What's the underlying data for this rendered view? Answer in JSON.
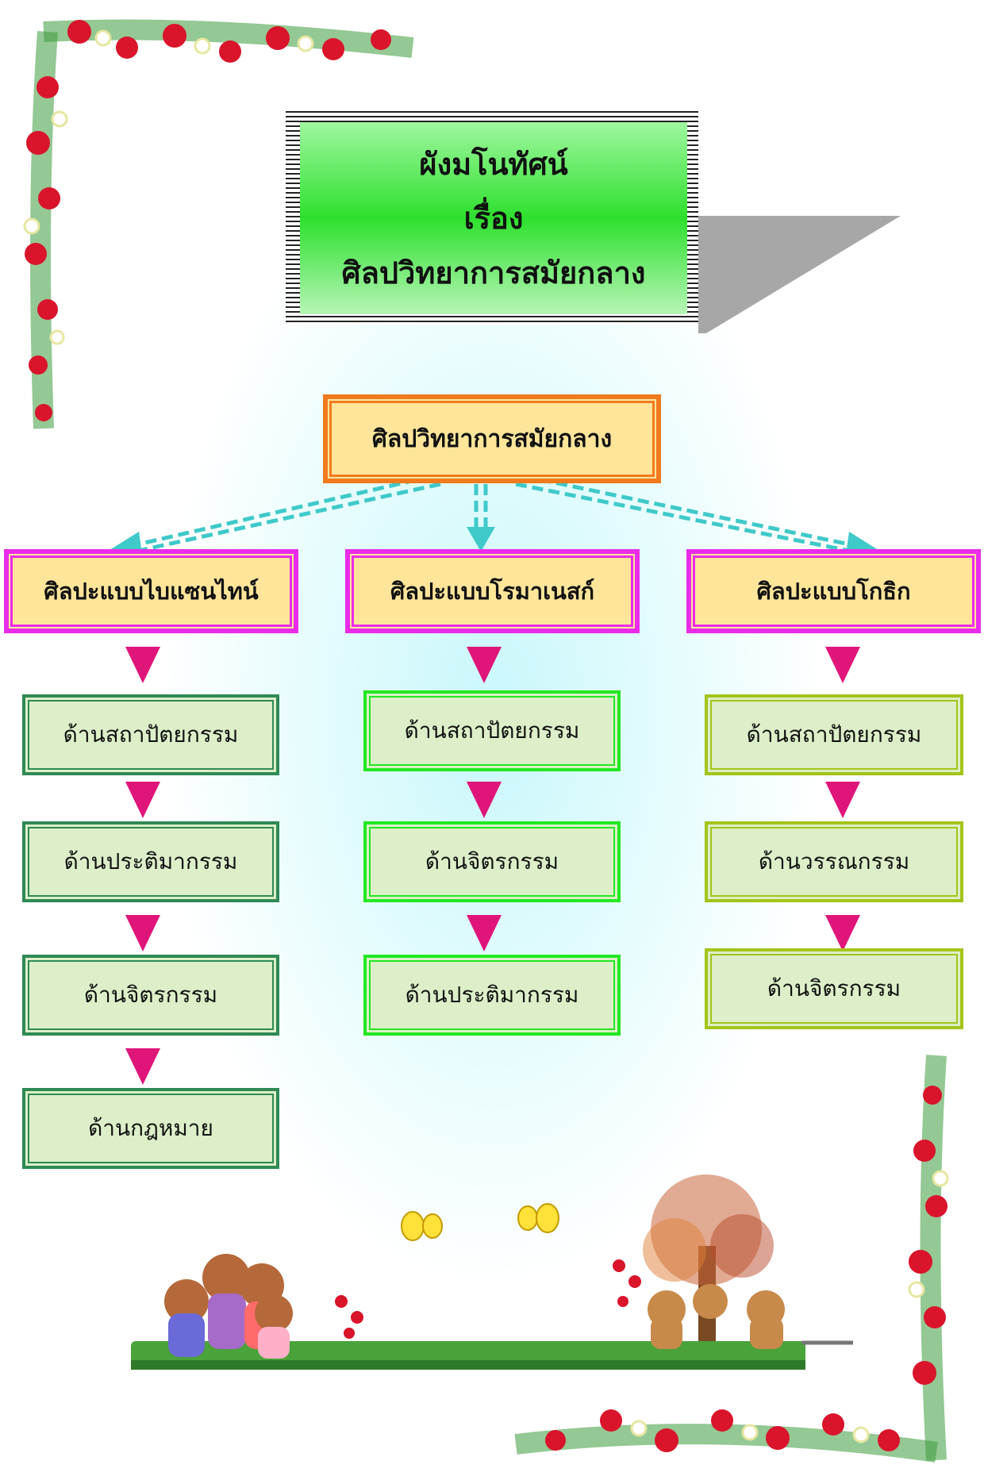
{
  "title": {
    "line1": "ผังมโนทัศน์",
    "line2": "เรื่อง",
    "line3": "ศิลปวิทยาการสมัยกลาง"
  },
  "root": {
    "label": "ศิลปวิทยาการสมัยกลาง"
  },
  "columns": [
    {
      "label": "ศิลปะแบบไบแซนไทน์",
      "items": [
        "ด้านสถาปัตยกรรม",
        "ด้านประติมากรรม",
        "ด้านจิตรกรรม",
        "ด้านกฎหมาย"
      ]
    },
    {
      "label": "ศิลปะแบบโรมาเนสก์",
      "items": [
        "ด้านสถาปัตยกรรม",
        "ด้านจิตรกรรม",
        "ด้านประติมากรรม"
      ]
    },
    {
      "label": "ศิลปะแบบโกธิก",
      "items": [
        "ด้านสถาปัตยกรรม",
        "ด้านวรรณกรรม",
        "ด้านจิตรกรรม"
      ]
    }
  ],
  "colors": {
    "root_border": "#f07a1e",
    "category_border": "#ea2cea",
    "arrow_dashed": "#3fc9c9",
    "arrow_triangle": "#e0157a",
    "col1_border": "#2f8a55",
    "col2_border": "#22e822",
    "col3_border": "#a4c41a"
  },
  "decorations": [
    "strawberry-vine-top-left",
    "strawberry-vine-bottom-right",
    "teddy-bears-garden",
    "butterfly-icon",
    "autumn-tree"
  ]
}
